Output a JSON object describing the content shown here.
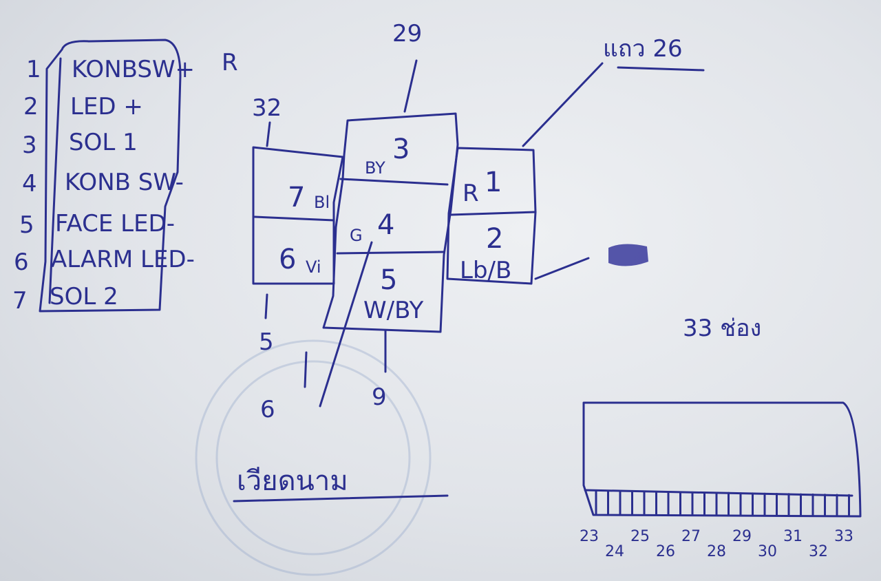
{
  "pin_legend": [
    {
      "num": "1",
      "label": "KONBSW+"
    },
    {
      "num": "2",
      "label": "LED +"
    },
    {
      "num": "3",
      "label": "SOL 1"
    },
    {
      "num": "4",
      "label": "KONB SW-"
    },
    {
      "num": "5",
      "label": "FACE LED-"
    },
    {
      "num": "6",
      "label": "ALARM LED-"
    },
    {
      "num": "7",
      "label": "SOL 2"
    }
  ],
  "legend_suffix": "R",
  "connector": {
    "top_label": "29",
    "left_top_label": "32",
    "bottom_left_label": "5",
    "bottom_mid_label": "6",
    "bottom_right_label": "9",
    "right_top_label": "แถว 26",
    "side_note": "33 ช่อง",
    "bottom_title": "เวียดนาม",
    "cells": [
      {
        "num": "3",
        "color": "BY"
      },
      {
        "num": "7",
        "color": "Bl"
      },
      {
        "num": "1",
        "color": "R"
      },
      {
        "num": "4",
        "color": "G"
      },
      {
        "num": "6",
        "color": "Vi"
      },
      {
        "num": "2",
        "color": "Lb/B"
      },
      {
        "num": "5",
        "color": "W/BY"
      }
    ]
  },
  "strip_pins": [
    "23",
    "24",
    "25",
    "26",
    "27",
    "28",
    "29",
    "30",
    "31",
    "32",
    "33"
  ]
}
